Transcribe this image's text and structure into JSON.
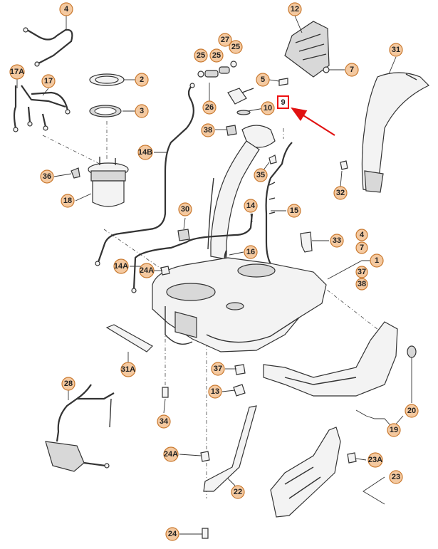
{
  "callouts": {
    "c4": "4",
    "c12": "12",
    "c31": "31",
    "c27": "27",
    "c25a": "25",
    "c25b": "25",
    "c25c": "25",
    "c17a": "17A",
    "c17": "17",
    "c2": "2",
    "c3": "3",
    "c5": "5",
    "c7a": "7",
    "c26": "26",
    "c10": "10",
    "c38a": "38",
    "c14b": "14B",
    "c36": "36",
    "c35": "35",
    "c32": "32",
    "c18": "18",
    "c15": "15",
    "c30": "30",
    "c14": "14",
    "c33": "33",
    "c4b": "4",
    "c7b": "7",
    "c1": "1",
    "c16": "16",
    "c14a": "14A",
    "c24a1": "24A",
    "c37a": "37",
    "c38b": "38",
    "c31a": "31A",
    "c37b": "37",
    "c28": "28",
    "c13": "13",
    "c34": "34",
    "c20": "20",
    "c19": "19",
    "c24a2": "24A",
    "c23a": "23A",
    "c22": "22",
    "c23": "23",
    "c24": "24"
  },
  "highlight": {
    "label": "9",
    "box_color": "#e11111",
    "arrow_color": "#e11111"
  },
  "colors": {
    "callout_fill": "#f4c9a0",
    "callout_stroke": "#c9792f",
    "line": "#333333"
  }
}
